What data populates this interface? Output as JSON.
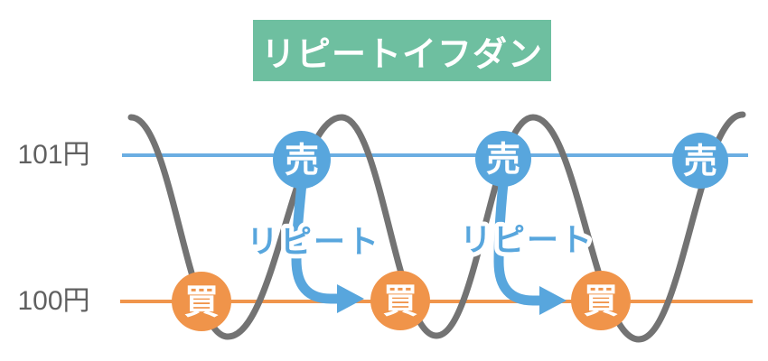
{
  "title": "リピートイフダン",
  "colors": {
    "green": "#6ebfa0",
    "blue": "#58a6dd",
    "blue-line": "#6baee2",
    "orange": "#f0944a",
    "orange-line": "#f0954c",
    "curve-gray": "#737373",
    "label-gray": "#606060"
  },
  "axis": {
    "upper_price": "101円",
    "lower_price": "100円"
  },
  "markers": [
    {
      "type": "buy",
      "label": "買"
    },
    {
      "type": "sell",
      "label": "売"
    },
    {
      "type": "buy",
      "label": "買"
    },
    {
      "type": "sell",
      "label": "売"
    },
    {
      "type": "buy",
      "label": "買"
    },
    {
      "type": "sell",
      "label": "売"
    }
  ],
  "repeat_labels": [
    "リピート",
    "リピート"
  ]
}
